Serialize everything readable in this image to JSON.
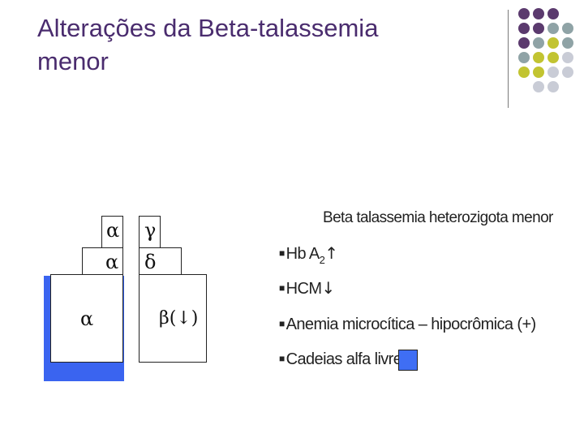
{
  "slide": {
    "title_line1": "Alterações da Beta-talassemia",
    "title_line2": "menor"
  },
  "colors": {
    "title": "#4a2c6e",
    "dot_purple": "#5b3a6e",
    "dot_grey_teal": "#8fa3a6",
    "dot_olive": "#c2c431",
    "dot_light": "#c9ccd6",
    "chain_blue": "#3a64f0"
  },
  "diagram": {
    "alpha_top": "α",
    "gamma": "γ",
    "alpha_mid": "α",
    "delta": "δ",
    "alpha_big": "α",
    "beta_reduced": "β(↓)"
  },
  "legend": {
    "title": "Beta talassemia heterozigota menor",
    "item1_prefix": "Hb A",
    "item1_sub": "2",
    "item1_arrow": "↑",
    "item2_prefix": "HCM",
    "item2_arrow": "↓",
    "item3": "Anemia microcítica – hipocrômica (+)",
    "item4": "Cadeias alfa livre",
    "bullet": "■"
  }
}
